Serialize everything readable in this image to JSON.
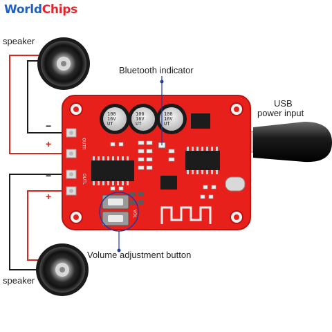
{
  "brand": {
    "part1": "World",
    "part2": "Chips"
  },
  "labels": {
    "speaker_top": "speaker",
    "speaker_bottom": "speaker",
    "bluetooth_indicator": "Bluetooth indicator",
    "usb_line1": "USB",
    "usb_line2": "power input",
    "volume_button": "Volume adjustment button"
  },
  "board": {
    "cap1": [
      "100",
      "16V",
      "UT"
    ],
    "cap2": [
      "100",
      "16V",
      "UT"
    ],
    "cap3": [
      "100",
      "16V",
      "UT"
    ],
    "out_r": "OUTR",
    "out_l": "OUTL",
    "vol": "VOL",
    "minus": "−",
    "plus": "+"
  },
  "colors": {
    "pcb": "#e8201c",
    "pcb_dark": "#b81410",
    "wire_red": "#d9261c",
    "wire_black": "#1a1a1a",
    "callout": "#1f3a9e"
  }
}
